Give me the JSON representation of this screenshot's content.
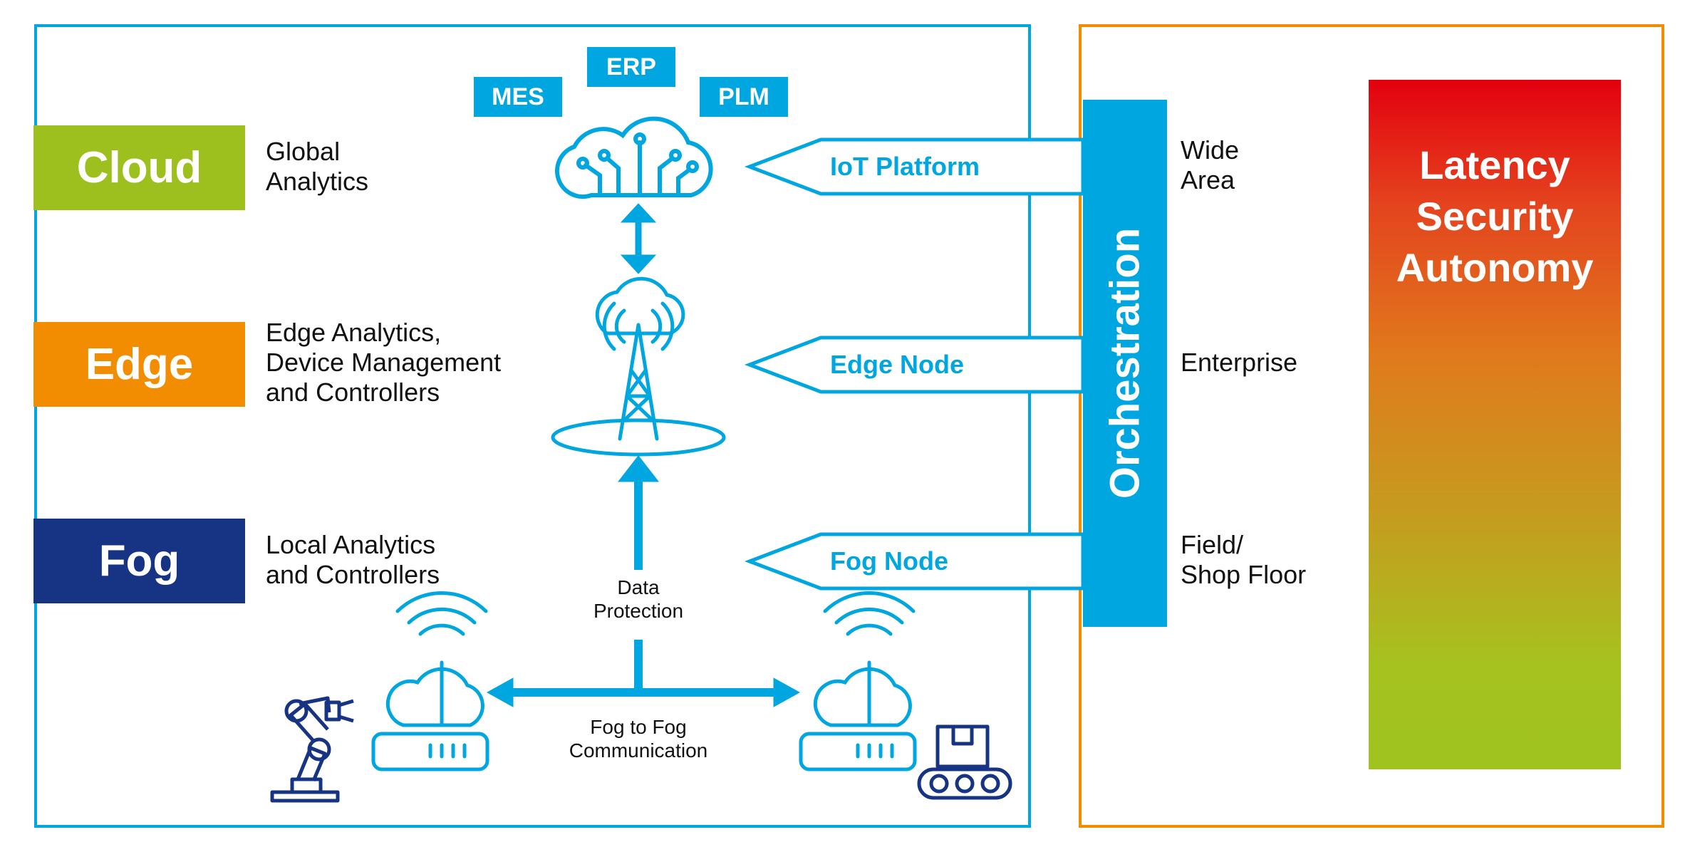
{
  "tiers": [
    {
      "label": "Cloud",
      "color": "#9ec01f",
      "description": "Global\nAnalytics"
    },
    {
      "label": "Edge",
      "color": "#f28c00",
      "description": "Edge Analytics,\nDevice Management\nand Controllers"
    },
    {
      "label": "Fog",
      "color": "#163483",
      "description": "Local Analytics\nand Controllers"
    }
  ],
  "systems": {
    "mes": "MES",
    "erp": "ERP",
    "plm": "PLM"
  },
  "nodes": {
    "iot_platform": "IoT Platform",
    "edge_node": "Edge Node",
    "fog_node": "Fog Node"
  },
  "orchestration": "Orchestration",
  "scopes": {
    "wide_area": "Wide\nArea",
    "enterprise": "Enterprise",
    "field": "Field/\nShop Floor"
  },
  "labels": {
    "data_protection": "Data\nProtection",
    "fog_to_fog": "Fog to Fog\nCommunication"
  },
  "gradient_lines": [
    "Latency",
    "Security",
    "Autonomy"
  ],
  "colors": {
    "accent_blue": "#00a6df",
    "frame_orange": "#f28c00",
    "dark_blue": "#163483"
  },
  "icons": [
    "cloud-circuit-icon",
    "cell-tower-cloud-icon",
    "wifi-router-cloud-icon",
    "robot-arm-icon",
    "conveyor-box-icon"
  ]
}
